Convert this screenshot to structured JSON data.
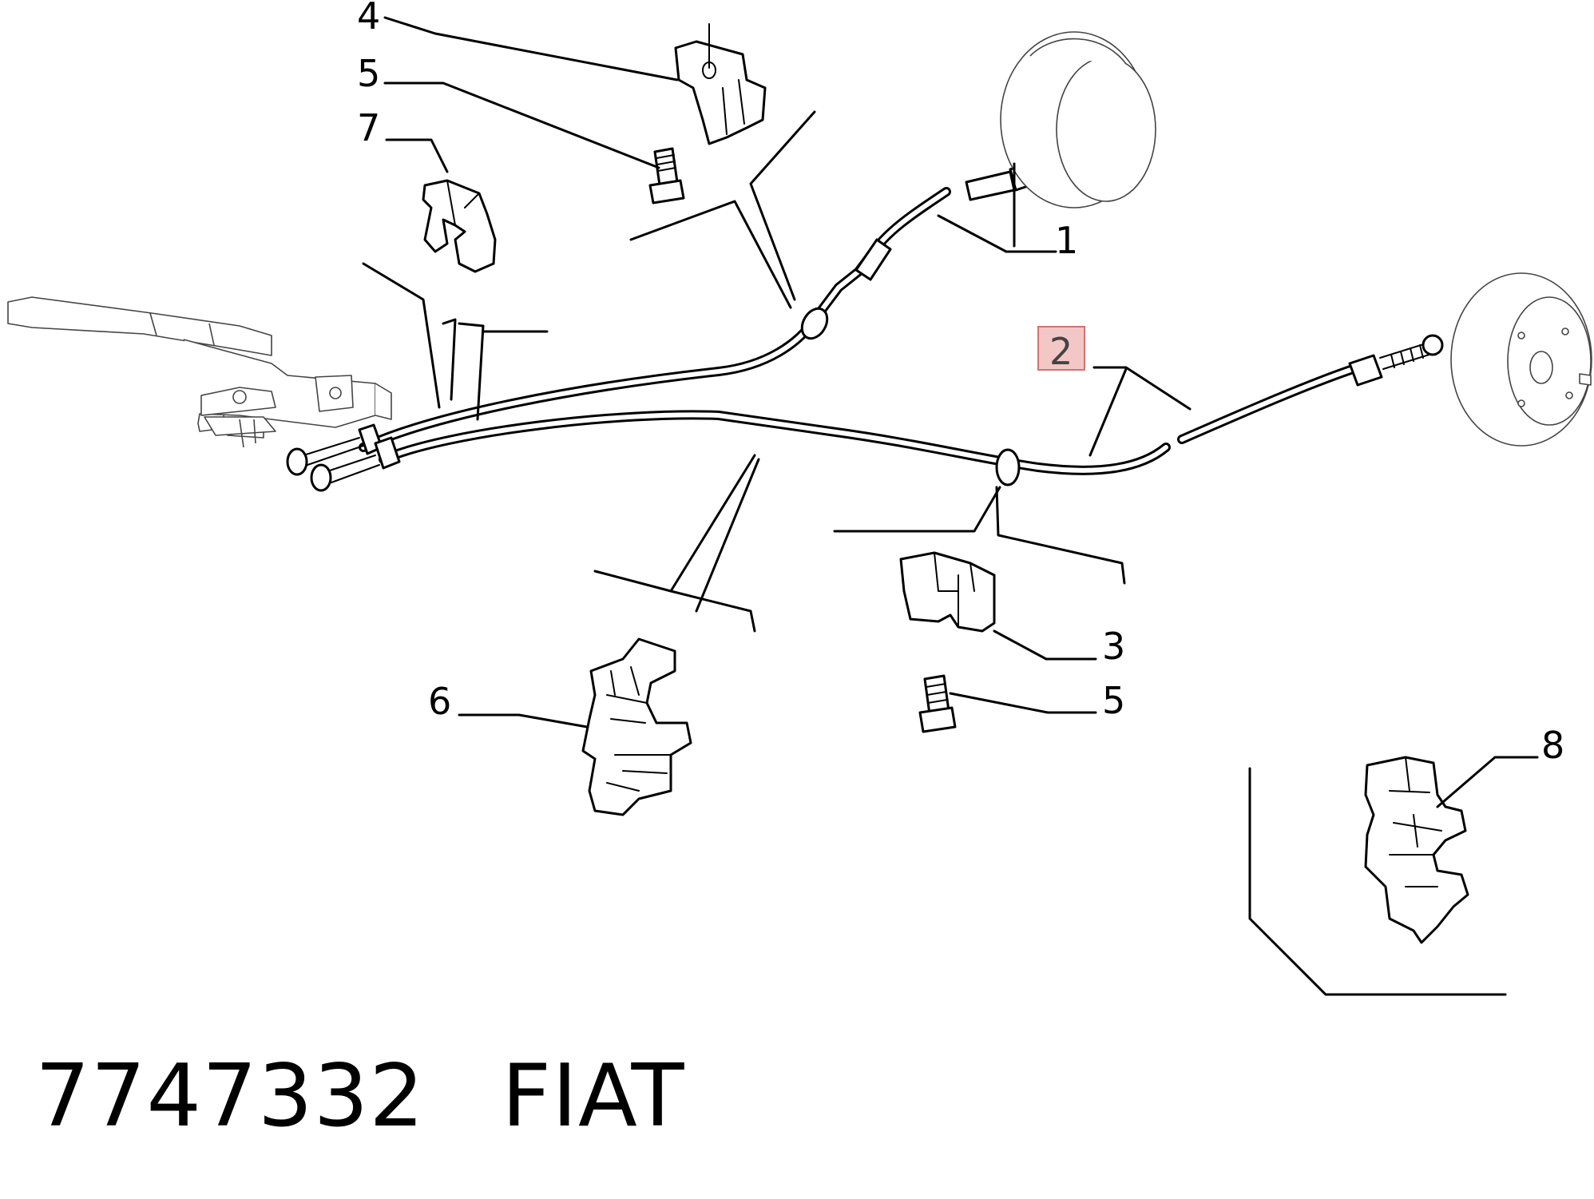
{
  "callouts": {
    "c1": "1",
    "c2": "2",
    "c3": "3",
    "c4": "4",
    "c5_top": "5",
    "c5_mid": "5",
    "c6": "6",
    "c7": "7",
    "c8": "8"
  },
  "highlighted_callout": "2",
  "footer": {
    "part_number": "7747332",
    "brand": "FIAT"
  },
  "colors": {
    "highlight_fill": "#f4c7c7",
    "highlight_border": "#d87070"
  }
}
